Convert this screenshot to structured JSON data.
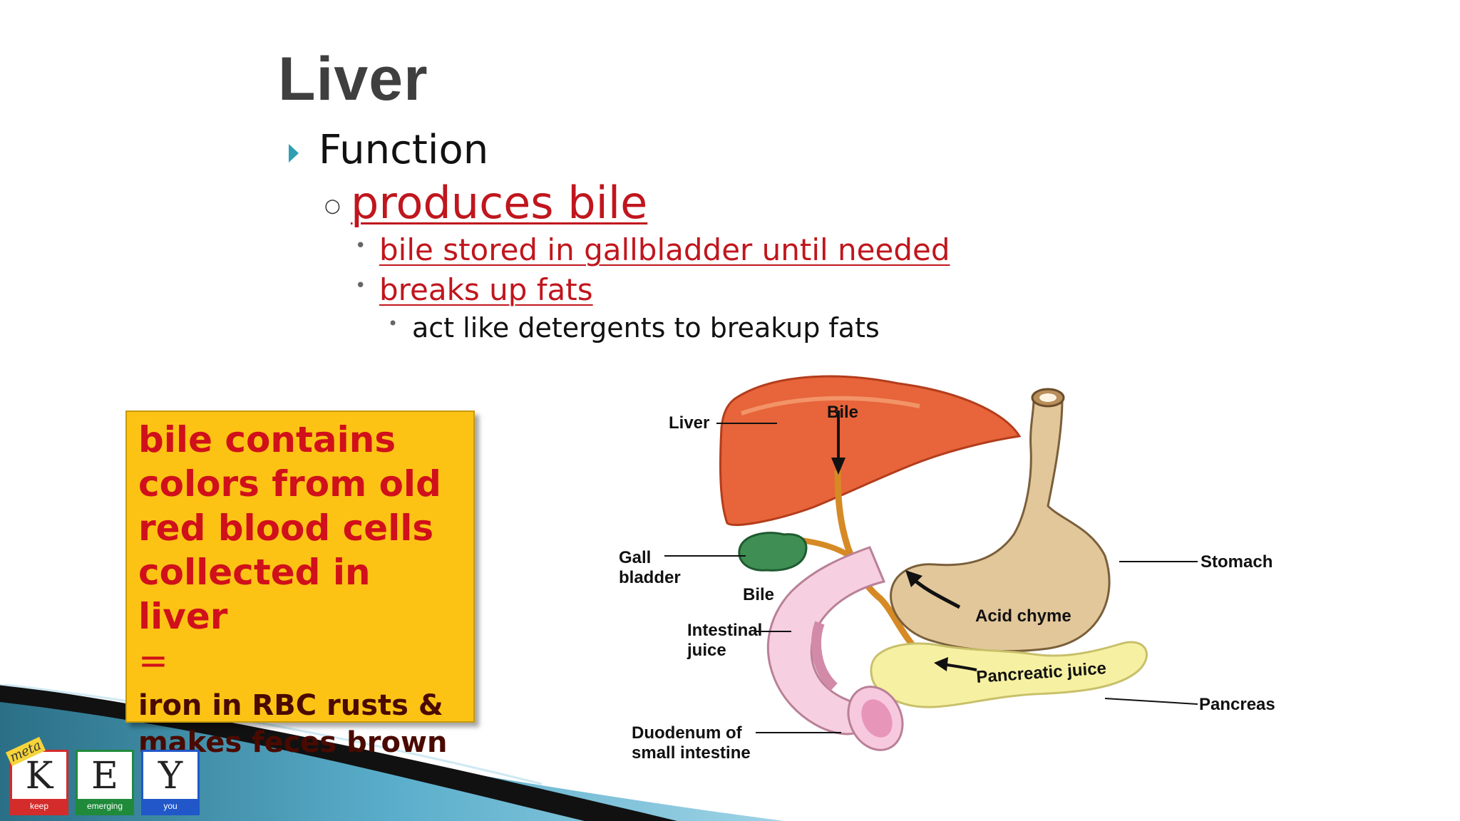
{
  "slide": {
    "title": "Liver",
    "bullets": {
      "level1": "Function",
      "level2": "produces bile",
      "level3": [
        "bile stored in gallbladder until needed",
        "breaks up fats"
      ],
      "level4": "act like detergents to breakup fats"
    },
    "callout": {
      "lines": [
        "bile contains",
        "colors from old",
        "red blood cells",
        "collected in liver"
      ],
      "equals": "=",
      "sub_lines": [
        "iron in RBC rusts &",
        "makes feces brown"
      ]
    }
  },
  "diagram": {
    "labels": {
      "liver": "Liver",
      "bile_top": "Bile",
      "gall_1": "Gall",
      "gall_2": "bladder",
      "bile_bottom": "Bile",
      "intestinal_1": "Intestinal",
      "intestinal_2": "juice",
      "duodenum_1": "Duodenum of",
      "duodenum_2": "small intestine",
      "stomach": "Stomach",
      "acid_chyme": "Acid chyme",
      "pancreatic_juice": "Pancreatic juice",
      "pancreas": "Pancreas"
    }
  },
  "logo": {
    "meta": "meta",
    "letters": [
      "K",
      "E",
      "Y"
    ],
    "captions": [
      "keep",
      "emerging",
      "you"
    ],
    "colors": [
      "#d42b2b",
      "#1f8a3a",
      "#2157c9"
    ]
  },
  "colors": {
    "accent_red": "#c0161d",
    "callout_bg": "#fcc315",
    "title_gray": "#3f3f3f",
    "bullet_teal": "#2f9fb3"
  }
}
